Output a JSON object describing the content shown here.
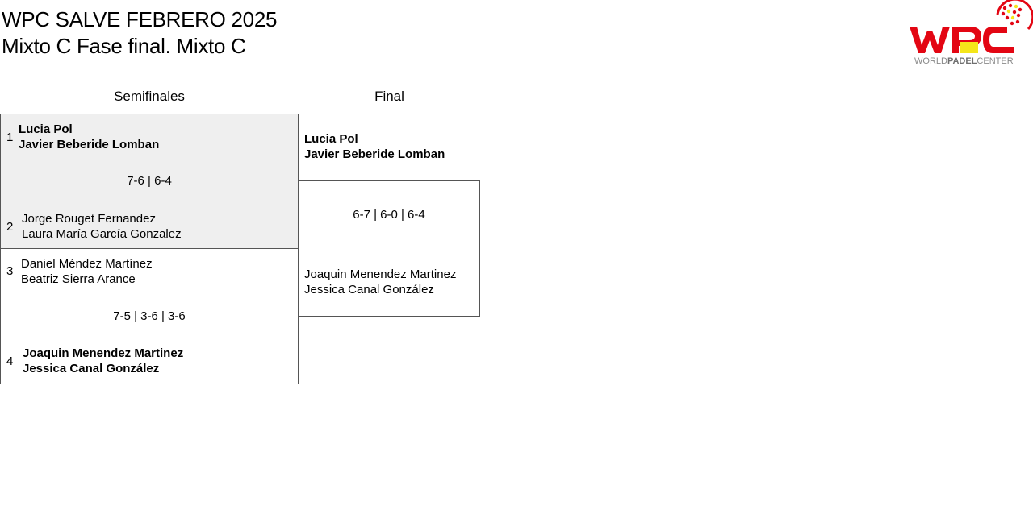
{
  "header": {
    "title_line1": "WPC SALVE FEBRERO 2025",
    "title_line2": "Mixto C Fase final. Mixto C"
  },
  "logo": {
    "text_world": "WORLD",
    "text_padel": "PADEL",
    "text_center": "CENTER",
    "icon": "padel-ball-icon",
    "colors": {
      "red": "#e30613",
      "yellow": "#f5e61a",
      "gray": "#8a8a8a"
    }
  },
  "rounds": {
    "semifinals_label": "Semifinales",
    "final_label": "Final"
  },
  "semifinal_1": {
    "seed_top": "1",
    "team_top": [
      "Lucia Pol",
      "Javier Beberide Lomban"
    ],
    "score": "7-6 | 6-4",
    "seed_bottom": "2",
    "team_bottom": [
      "Jorge Rouget Fernandez",
      "Laura María García Gonzalez"
    ],
    "winner": "top"
  },
  "semifinal_2": {
    "seed_top": "3",
    "team_top": [
      "Daniel Méndez Martínez",
      "Beatriz Sierra Arance"
    ],
    "score": "7-5 | 3-6 | 3-6",
    "seed_bottom": "4",
    "team_bottom": [
      "Joaquin Menendez Martinez",
      "Jessica Canal González"
    ],
    "winner": "bottom"
  },
  "final": {
    "team_top": [
      "Lucia Pol",
      "Javier Beberide Lomban"
    ],
    "score": "6-7 | 6-0 | 6-4",
    "team_bottom": [
      "Joaquin Menendez Martinez",
      "Jessica Canal González"
    ],
    "winner": "top"
  },
  "colors": {
    "shaded_bg": "#efefef",
    "border": "#555555"
  }
}
